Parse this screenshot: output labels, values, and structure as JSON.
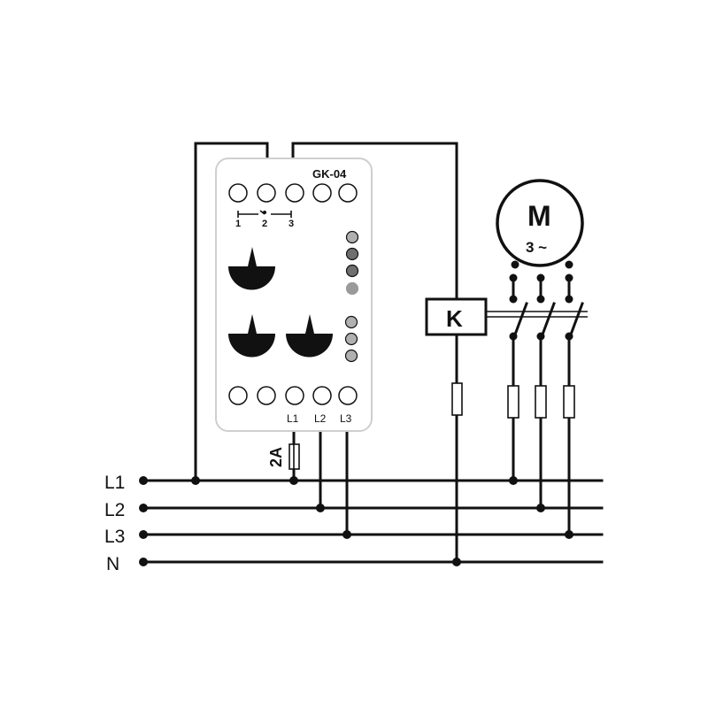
{
  "device": {
    "model": "GK-04",
    "switch_positions": [
      "1",
      "2",
      "3"
    ],
    "terminal_labels": [
      "L1",
      "L2",
      "L3"
    ],
    "fuse_rating": "2A"
  },
  "contactor": {
    "label": "K"
  },
  "motor": {
    "label": "M",
    "phase": "3 ~"
  },
  "bus": {
    "labels": [
      "L1",
      "L2",
      "L3",
      "N"
    ]
  },
  "colors": {
    "line": "#111111",
    "device_border": "#cfcfcf",
    "led_dark": "#6f6f6f",
    "led_light": "#b0b0b0"
  }
}
